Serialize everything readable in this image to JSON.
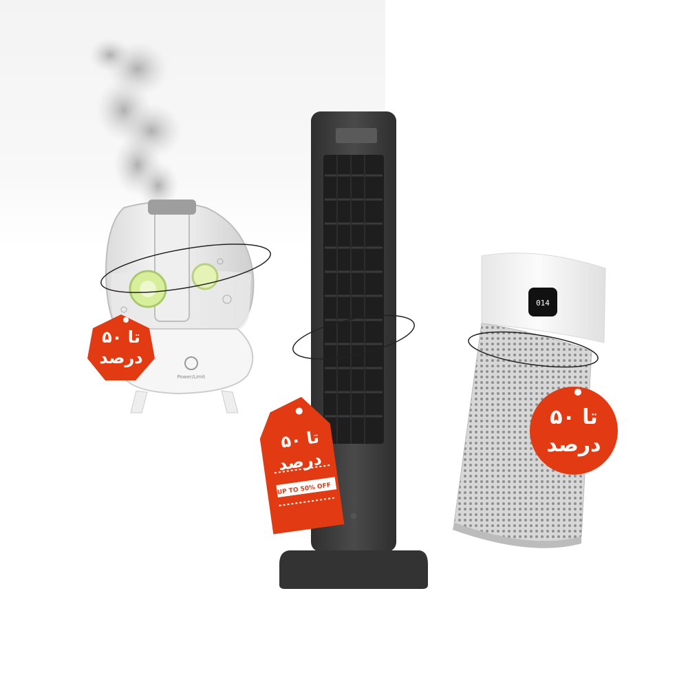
{
  "products": [
    {
      "name": "humidifier",
      "device_text": "Power/Limit"
    },
    {
      "name": "tower-fan"
    },
    {
      "name": "air-purifier",
      "display": "014"
    }
  ],
  "tags": {
    "humidifier": {
      "line1": "تا ۵۰",
      "line2": "درصد"
    },
    "tower_fan": {
      "line1": "تا ۵۰",
      "line2": "درصد",
      "english": "UP TO 50% OFF"
    },
    "purifier": {
      "line1": "تا ۵۰",
      "line2": "درصد"
    }
  },
  "colors": {
    "tag_red": "#e23a13",
    "fan_body": "#3f3f3f",
    "purifier_white": "#f4f4f4"
  }
}
